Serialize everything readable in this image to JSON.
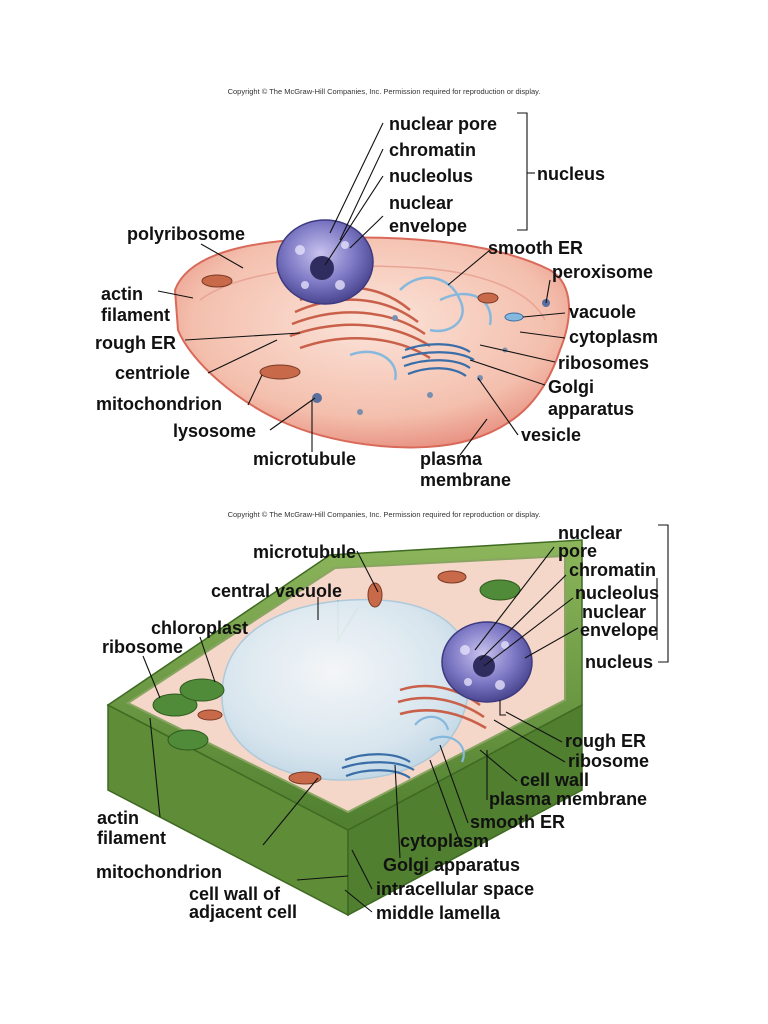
{
  "copyright": {
    "top": "Copyright © The McGraw-Hill Companies, Inc. Permission required for reproduction or display.",
    "bottom": "Copyright © The McGraw-Hill Companies, Inc. Permission required for reproduction or display."
  },
  "animal_cell": {
    "labels": {
      "nuclear_pore": "nuclear pore",
      "chromatin": "chromatin",
      "nucleolus": "nucleolus",
      "nuclear_envelope_1": "nuclear",
      "nuclear_envelope_2": "envelope",
      "nucleus": "nucleus",
      "polyribosome": "polyribosome",
      "smooth_er": "smooth ER",
      "peroxisome": "peroxisome",
      "actin_filament_1": "actin",
      "actin_filament_2": "filament",
      "vacuole": "vacuole",
      "cytoplasm": "cytoplasm",
      "rough_er": "rough ER",
      "ribosomes": "ribosomes",
      "centriole": "centriole",
      "golgi_1": "Golgi",
      "golgi_2": "apparatus",
      "mitochondrion": "mitochondrion",
      "lysosome": "lysosome",
      "vesicle": "vesicle",
      "microtubule": "microtubule",
      "plasma_membrane_1": "plasma",
      "plasma_membrane_2": "membrane"
    }
  },
  "plant_cell": {
    "labels": {
      "microtubule": "microtubule",
      "nuclear_pore_1": "nuclear",
      "nuclear_pore_2": "pore",
      "chromatin": "chromatin",
      "central_vacuole": "central vacuole",
      "nucleolus": "nucleolus",
      "nuclear_envelope_1": "nuclear",
      "nuclear_envelope_2": "envelope",
      "chloroplast": "chloroplast",
      "ribosome_left": "ribosome",
      "nucleus": "nucleus",
      "rough_er": "rough ER",
      "ribosome_right": "ribosome",
      "cell_wall": "cell wall",
      "plasma_membrane": "plasma membrane",
      "actin_filament_1": "actin",
      "actin_filament_2": "filament",
      "smooth_er": "smooth ER",
      "cytoplasm": "cytoplasm",
      "mitochondrion": "mitochondrion",
      "golgi_apparatus": "Golgi apparatus",
      "cell_wall_adjacent_1": "cell wall of",
      "cell_wall_adjacent_2": "adjacent cell",
      "intracellular_space": "intracellular space",
      "middle_lamella": "middle lamella"
    }
  },
  "colors": {
    "animal_cytoplasm": "#f6c3b5",
    "nucleus": "#7d78c4",
    "rough_er": "#c9604a",
    "smooth_er": "#86b8de",
    "plant_wall": "#6f9c44",
    "vacuole": "#d6e7f2",
    "chloroplast": "#4f8b38"
  }
}
